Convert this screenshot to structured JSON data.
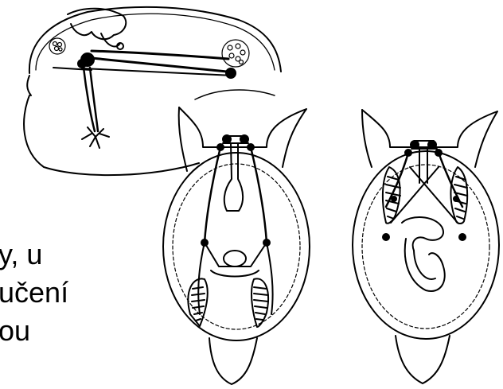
{
  "slide": {
    "text_lines": [
      "y, u",
      "učení",
      "ou"
    ]
  },
  "figures": [
    {
      "name": "snail-side-view-nervous-system"
    },
    {
      "name": "snail-dorsal-view-untwisted"
    },
    {
      "name": "snail-dorsal-view-twisted"
    }
  ],
  "colors": {
    "ink": "#000000",
    "background": "#ffffff"
  }
}
